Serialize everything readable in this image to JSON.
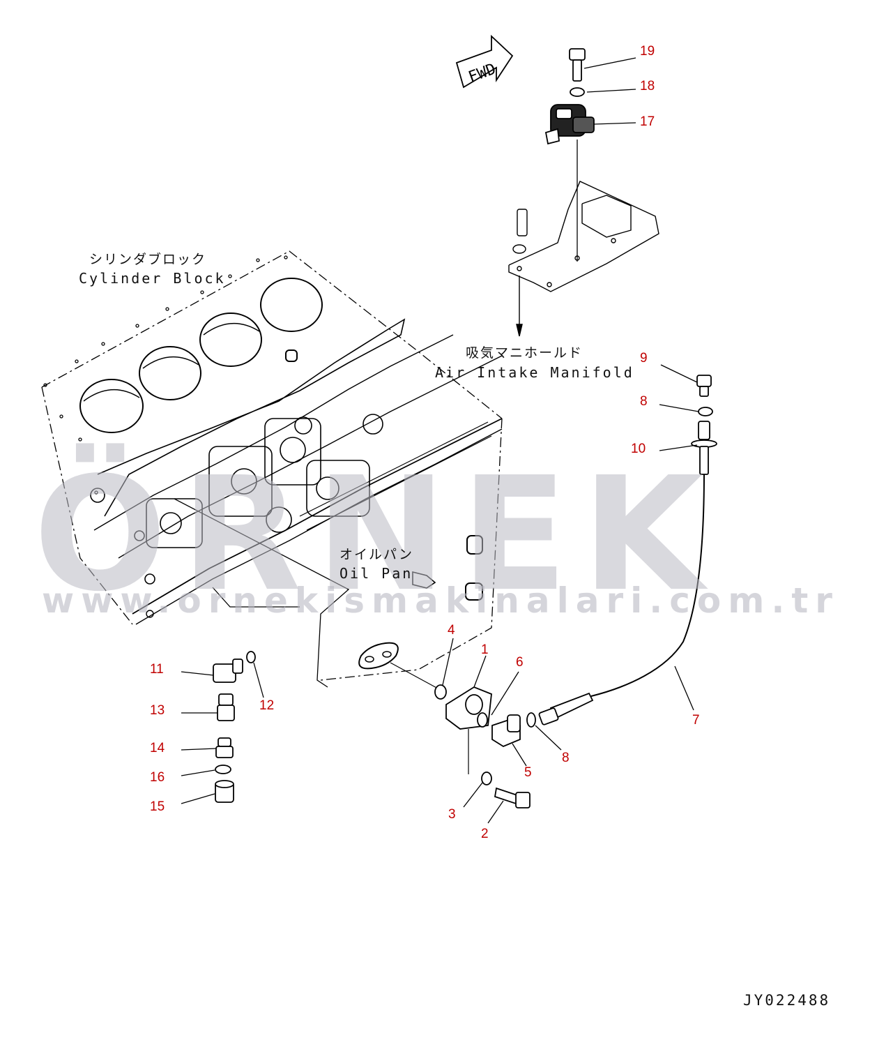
{
  "labels": {
    "cylinder_block_jp": "シリンダブロック",
    "cylinder_block_en": "Cylinder Block",
    "air_intake_jp": "吸気マニホールド",
    "air_intake_en": "Air Intake Manifold",
    "oil_pan_jp": "オイルパン",
    "oil_pan_en": "Oil Pan",
    "fwd": "FWD",
    "drawing_code": "JY022488"
  },
  "watermark": {
    "brand": "ÖRNEK",
    "url": "www.ornekismakinalari.com.tr"
  },
  "callouts": {
    "c19": "19",
    "c18": "18",
    "c17": "17",
    "c9": "9",
    "c8a": "8",
    "c10": "10",
    "c4": "4",
    "c1": "1",
    "c6": "6",
    "c7": "7",
    "c11": "11",
    "c12": "12",
    "c13": "13",
    "c14": "14",
    "c16": "16",
    "c15": "15",
    "c5": "5",
    "c8b": "8",
    "c3": "3",
    "c2": "2"
  },
  "colors": {
    "callout": "#c00000",
    "line": "#000000",
    "watermark": "#b9b9c3"
  }
}
